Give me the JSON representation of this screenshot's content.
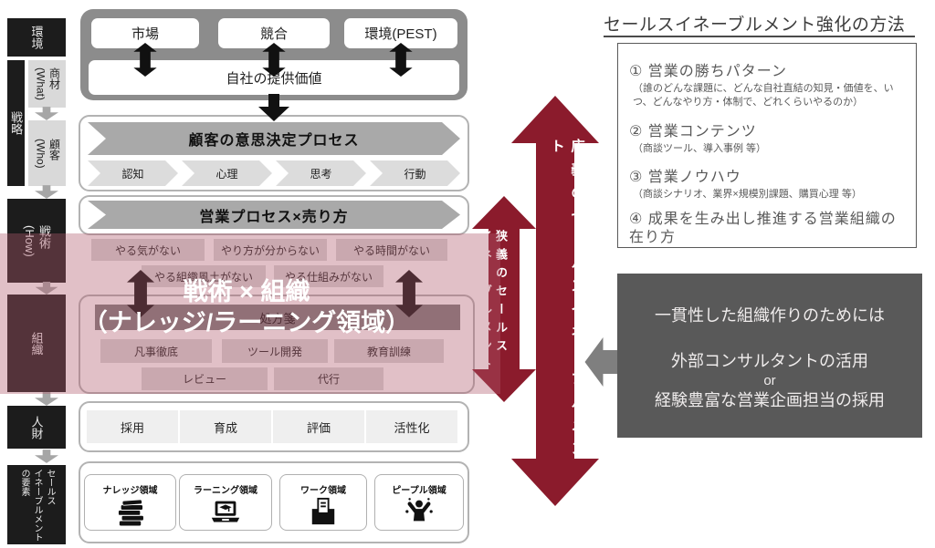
{
  "colors": {
    "accent_red": "#8B1B2C",
    "overlay_pink": "rgba(175,90,108,0.38)",
    "dark_panel_gray": "#595959",
    "banner_gray": "#A9A9A9",
    "top_container_gray": "#8C8C8C",
    "light_box_gray": "#D9D9D9",
    "black_box": "#1C1C1C"
  },
  "left_axis": {
    "environment": "環境",
    "strategy": "戦略",
    "what": "商材\n(What)",
    "who": "顧客\n(Who)",
    "how": "戦術\n(How)",
    "organization": "組織",
    "talent": "人財",
    "elements": "セールス\nイネーブルメント\nの要素"
  },
  "top_section": {
    "market": "市場",
    "competition": "競合",
    "environment_pest": "環境(PEST)",
    "own_value": "自社の提供価値"
  },
  "decision_section": {
    "banner": "顧客の意思決定プロセス",
    "steps": [
      "認知",
      "心理",
      "思考",
      "行動"
    ]
  },
  "sales_process_banner": "営業プロセス×売り方",
  "issues": {
    "row1": [
      "やる気がない",
      "やり方が分からない",
      "やる時間がない"
    ],
    "row2": [
      "やる組織風土がない",
      "やる仕組みがない"
    ]
  },
  "prescription": {
    "banner": "処方箋",
    "row1": [
      "凡事徹底",
      "ツール開発",
      "教育訓練"
    ],
    "row2": [
      "レビュー",
      "代行"
    ]
  },
  "hr_row": [
    "採用",
    "育成",
    "評価",
    "活性化"
  ],
  "domains": [
    {
      "label": "ナレッジ領域",
      "icon": "books-icon"
    },
    {
      "label": "ラーニング領域",
      "icon": "laptop-learning-icon"
    },
    {
      "label": "ワーク領域",
      "icon": "work-box-icon"
    },
    {
      "label": "ピープル領域",
      "icon": "people-icon"
    }
  ],
  "overlay": {
    "line1": "戦術 × 組織",
    "line2": "（ナレッジ/ラーニング領域）"
  },
  "arrows": {
    "narrow": "狭義のセールス\nイネーブルメント",
    "broad": "広義のセールスイネーブルメント"
  },
  "right_panel": {
    "title": "セールスイネーブルメント強化の方法",
    "items": [
      {
        "num": "①",
        "heading": "営業の勝ちパターン",
        "note": "（誰のどんな課題に、どんな自社直結の知見・価値を、いつ、どんなやり方・体制で、どれくらいやるのか）"
      },
      {
        "num": "②",
        "heading": "営業コンテンツ",
        "note": "（商談ツール、導入事例 等）"
      },
      {
        "num": "③",
        "heading": "営業ノウハウ",
        "note": "（商談シナリオ、業界×規模別課題、購買心理 等）"
      },
      {
        "num": "④",
        "heading": "成果を生み出し推進する営業組織の在り方",
        "note": ""
      }
    ],
    "advice": {
      "line1": "一貫性した組織作りのためには",
      "line2": "外部コンサルタントの活用",
      "line3": "or",
      "line4": "経験豊富な営業企画担当の採用"
    }
  }
}
